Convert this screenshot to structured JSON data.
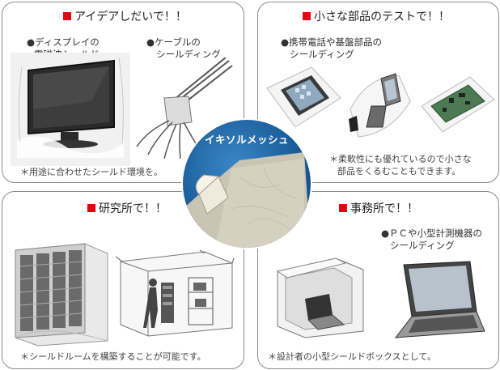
{
  "panels": {
    "top_left": {
      "title": "アイデアしだいで！！",
      "items": [
        {
          "bullet": "●",
          "line1": "ディスプレイの",
          "line2": "電磁波シールド"
        },
        {
          "bullet": "●",
          "line1": "ケーブルの",
          "line2": "シールディング"
        }
      ],
      "note": "＊用途に合わせたシールド環境を。"
    },
    "top_right": {
      "title": "小さな部品のテストで！！",
      "items": [
        {
          "bullet": "●",
          "line1": "携帯電話や基盤部品の",
          "line2": "シールディング"
        }
      ],
      "note_line1": "＊柔軟性にも優れているので小さな",
      "note_line2": "部品をくるむこともできます。"
    },
    "bottom_left": {
      "title": "研究所で！！",
      "note": "＊シールドルームを構築することが可能です。"
    },
    "bottom_right": {
      "title": "事務所で！！",
      "items": [
        {
          "bullet": "●",
          "line1": "ＰＣや小型計測機器の",
          "line2": "シールディング"
        }
      ],
      "note": "＊設計者の小型シールドボックスとして。"
    }
  },
  "center": {
    "label": "イキソルメッシュ"
  },
  "colors": {
    "title_marker": "#e60012",
    "panel_border": "#8a8a8a",
    "circle_blue": "#1a5d9a"
  }
}
